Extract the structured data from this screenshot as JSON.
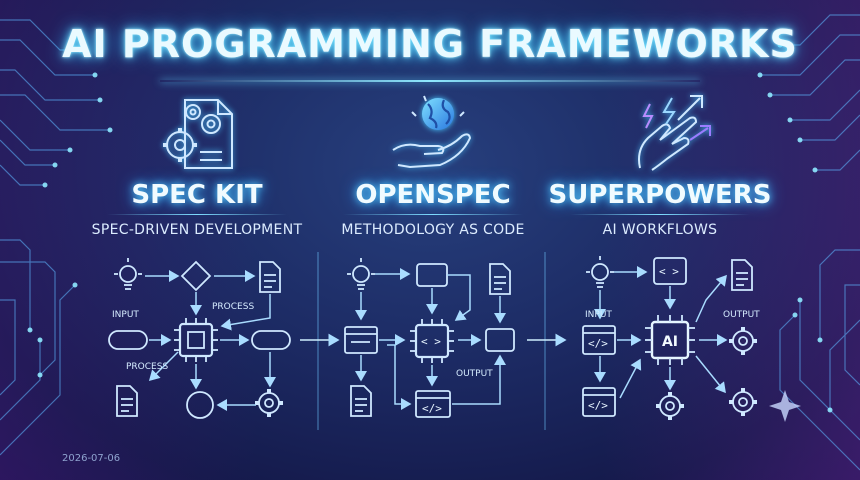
{
  "title": "AI PROGRAMMING FRAMEWORKS",
  "date": "2026-07-06",
  "frameworks": [
    {
      "name": "SPEC KIT",
      "subtitle": "SPEC-DRIVEN DEVELOPMENT",
      "icon": "gears-document-icon"
    },
    {
      "name": "OPENSPEC",
      "subtitle": "METHODOLOGY AS CODE",
      "icon": "hand-globe-icon"
    },
    {
      "name": "SUPERPOWERS",
      "subtitle": "AI WORKFLOWS",
      "icon": "hand-lightning-icon"
    }
  ],
  "labels": {
    "input": "INPUT",
    "process": "PROCESS",
    "output": "OUTPUT",
    "ai": "AI",
    "code": "</>",
    "code_short": "< >"
  },
  "colors": {
    "accent": "#5fd6ff",
    "line": "#a9dcff",
    "glow": "#49c7ff",
    "background": "#1c2a63"
  }
}
